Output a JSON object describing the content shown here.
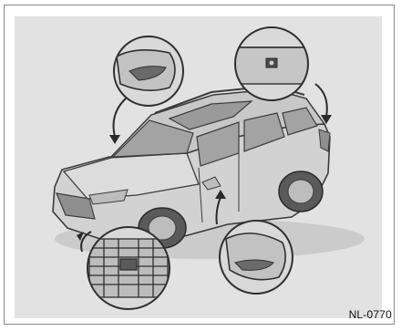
{
  "figure": {
    "code": "NL-0770"
  },
  "colors": {
    "frame_border": "#8a8a8a",
    "panel_background": "#e2e2e2",
    "car_body": "#cfcfcf",
    "glass": "#9c9c9c",
    "dark_detail": "#4a4a4a"
  },
  "callouts": [
    "side-mirror-camera-left",
    "rear-camera",
    "front-grille-camera",
    "side-mirror-camera-right"
  ]
}
